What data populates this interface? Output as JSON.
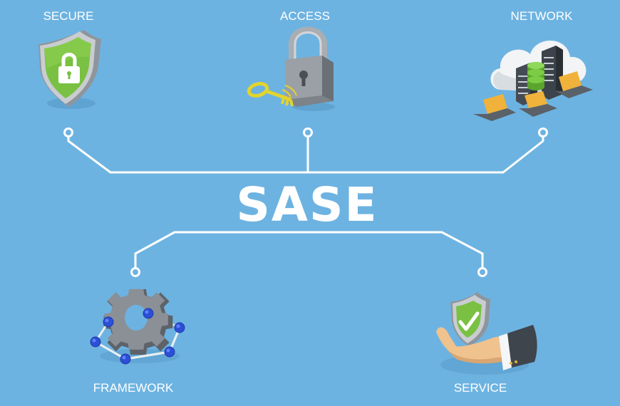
{
  "title": "SASE",
  "labels": {
    "secure": "SECURE",
    "access": "ACCESS",
    "network": "NETWORK",
    "framework": "FRAMEWORK",
    "service": "SERVICE"
  },
  "icons": {
    "secure": "shield-lock-icon",
    "access": "padlock-key-icon",
    "network": "cloud-server-laptops-icon",
    "framework": "gear-network-icon",
    "service": "hand-shield-check-icon"
  },
  "colors": {
    "background": "#6db3e1",
    "lines": "#ffffff",
    "shield_green": "#7ac143",
    "node_blue": "#2c4fd6"
  }
}
